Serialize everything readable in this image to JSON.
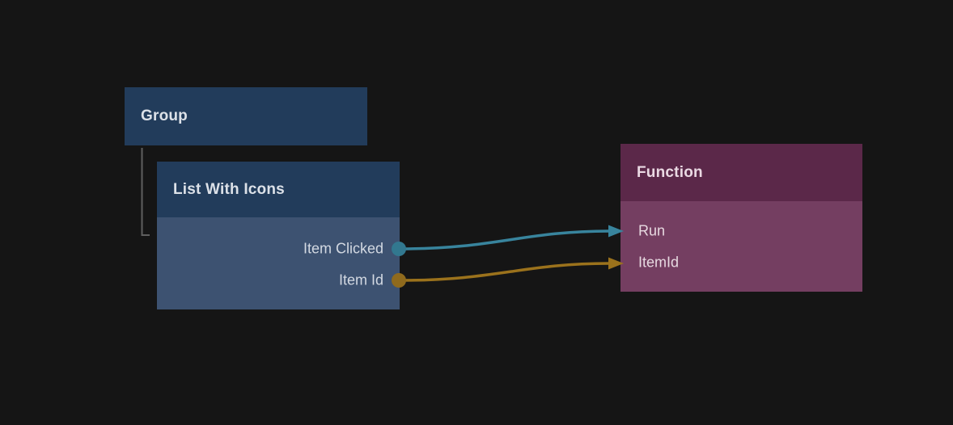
{
  "canvas": {
    "background_color": "#151515"
  },
  "nodes": [
    {
      "id": "group",
      "title": "Group",
      "header_color": "#223c5b",
      "title_color": "#dce1e8"
    },
    {
      "id": "list-with-icons",
      "title": "List With Icons",
      "header_color": "#223c5b",
      "body_color": "#3d5271",
      "title_color": "#dce1e8",
      "outputs": [
        {
          "label": "Item Clicked",
          "port_color": "#32788f"
        },
        {
          "label": "Item Id",
          "port_color": "#8f6a1d"
        }
      ]
    },
    {
      "id": "function",
      "title": "Function",
      "header_color": "#5b2849",
      "body_color": "#743e61",
      "title_color": "#ead9e3",
      "inputs": [
        {
          "label": "Run",
          "port_color": "#38849d"
        },
        {
          "label": "ItemId",
          "port_color": "#9b721c"
        }
      ]
    }
  ],
  "connections": [
    {
      "from_node": "List With Icons",
      "from_port": "Item Clicked",
      "to_node": "Function",
      "to_port": "Run",
      "color": "#38849d"
    },
    {
      "from_node": "List With Icons",
      "from_port": "Item Id",
      "to_node": "Function",
      "to_port": "ItemId",
      "color": "#9b721c"
    }
  ],
  "hierarchy": {
    "parent": "Group",
    "child": "List With Icons",
    "connector_color": "#5f5f5f"
  }
}
